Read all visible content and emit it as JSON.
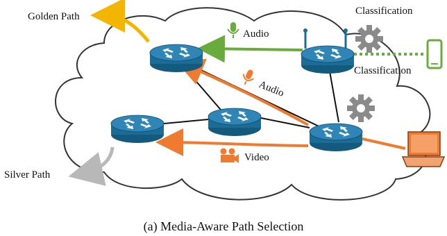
{
  "labels": {
    "golden_path": "Golden Path",
    "silver_path": "Silver Path",
    "classification_top": "Classification",
    "classification_mid": "Classification",
    "audio_top": "Audio",
    "audio_mid": "Audio",
    "video": "Video",
    "caption": "(a) Media-Aware Path Selection"
  },
  "colors": {
    "router_body": "#1b6d96",
    "router_body_highlight": "#2b8fc3",
    "router_top": "#2f86b6",
    "router_edge": "#0f4a68",
    "gear": "#8a8a8a",
    "golden": "#f2b600",
    "silver": "#b8b8b8",
    "green_flow": "#6aab3e",
    "orange_flow": "#ee7b2f",
    "link": "#111111",
    "cloud_outline": "#333333"
  }
}
